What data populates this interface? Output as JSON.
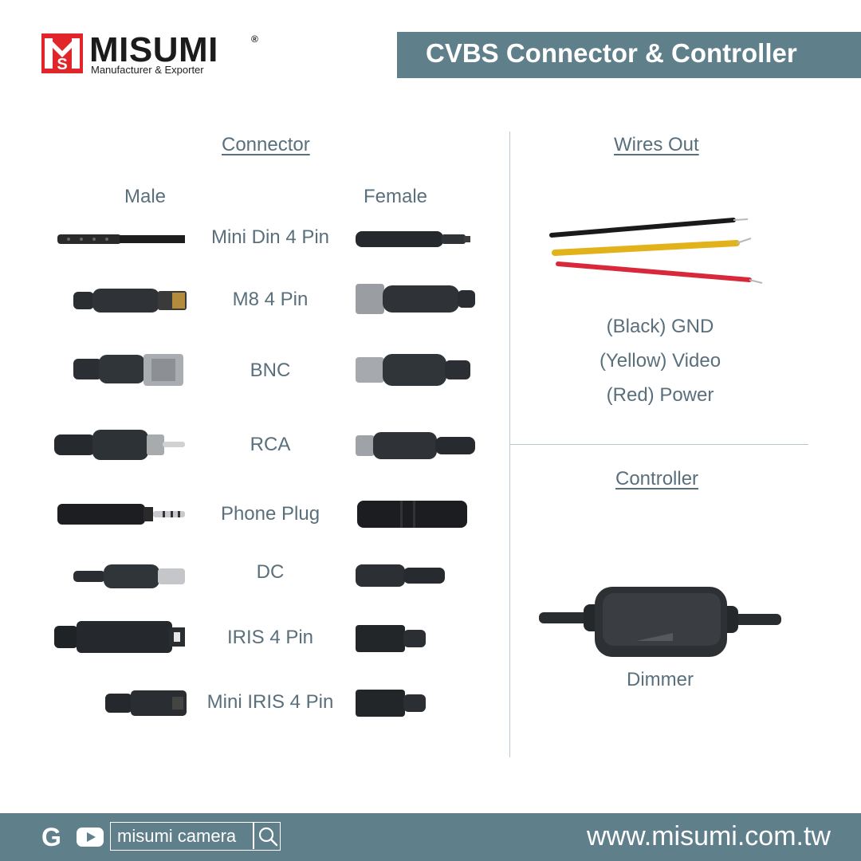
{
  "brand": {
    "name": "MISUMI",
    "registered": "®",
    "tagline": "Manufacturer & Exporter"
  },
  "title": "CVBS Connector & Controller",
  "connector_section": {
    "heading": "Connector",
    "male_label": "Male",
    "female_label": "Female",
    "items": [
      "Mini Din 4 Pin",
      "M8 4 Pin",
      "BNC",
      "RCA",
      "Phone Plug",
      "DC",
      "IRIS 4 Pin",
      "Mini IRIS 4 Pin"
    ]
  },
  "wires_section": {
    "heading": "Wires Out",
    "wires": [
      "(Black) GND",
      "(Yellow) Video",
      "(Red) Power"
    ],
    "colors": [
      "#1a1a1a",
      "#e2b21a",
      "#d8283a"
    ]
  },
  "controller_section": {
    "heading": "Controller",
    "item": "Dimmer"
  },
  "footer": {
    "g_icon": "G",
    "search_text": "misumi camera",
    "url": "www.misumi.com.tw"
  },
  "colors": {
    "accent": "#5f7f8b",
    "text": "#5a6f7c",
    "logo_red": "#e0262b"
  }
}
